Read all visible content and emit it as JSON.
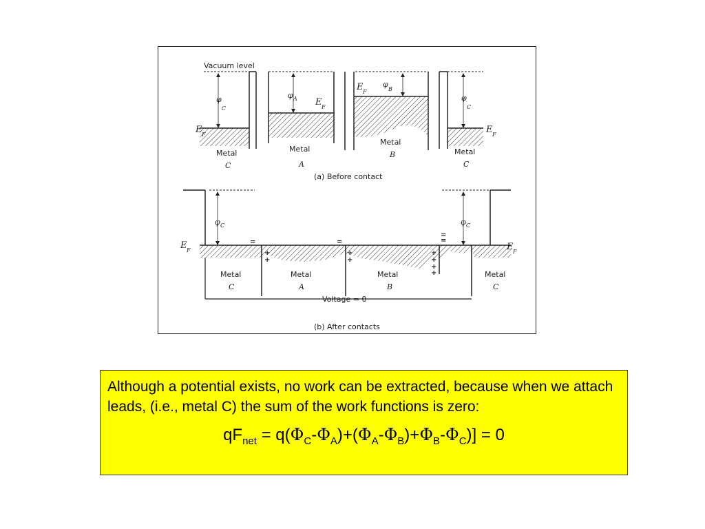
{
  "figure": {
    "vacuum_level": "Vacuum level",
    "caption_before": "(a) Before contact",
    "caption_after": "(b) After contacts",
    "voltage_label": "Voltage = 0",
    "metal_word": "Metal",
    "letters": {
      "a": "A",
      "b": "B",
      "c": "C"
    },
    "fermi": "E",
    "fermi_sub": "F",
    "phi": "φ"
  },
  "note": {
    "text": "Although a potential exists, no work can be extracted, because when we attach leads, (i.e., metal C) the sum of the work functions is zero:",
    "eq": {
      "q1": "qF",
      "net": "net",
      "p1": " = q(",
      "phi": "Φ",
      "c": "C",
      "a": "A",
      "b": "B",
      "dash": "-",
      "close_open": ")+(",
      "plus_close": ")+",
      "end": ")] = 0"
    }
  },
  "colors": {
    "note_background": "#ffff00",
    "ink": "#222222"
  }
}
